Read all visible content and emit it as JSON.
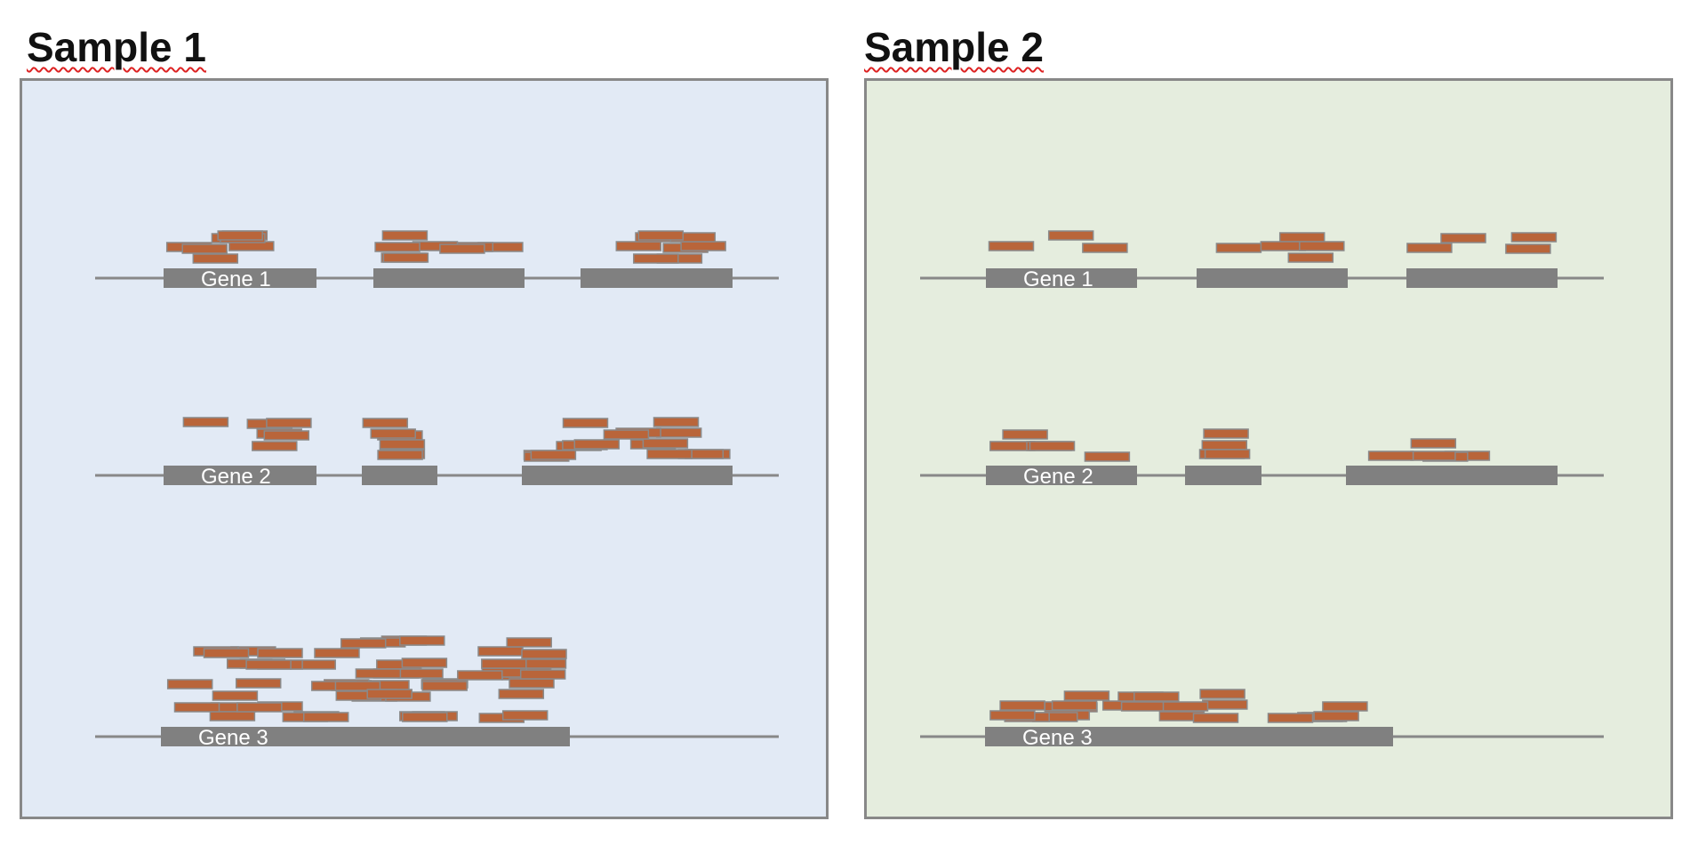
{
  "colors": {
    "panel1_bg": "#e2eaf5",
    "panel2_bg": "#e5edde",
    "panel_border": "#888888",
    "baseline": "#888888",
    "exon": "#808080",
    "read_fill": "#b9653a",
    "read_border": "#8a8a8a",
    "gene_label": "#ffffff"
  },
  "samples": [
    {
      "title": "Sample 1",
      "genes": [
        {
          "label": "Gene 1",
          "read_count": 24
        },
        {
          "label": "Gene 2",
          "read_count": 28
        },
        {
          "label": "Gene 3",
          "read_count": 62
        }
      ]
    },
    {
      "title": "Sample 2",
      "genes": [
        {
          "label": "Gene 1",
          "read_count": 12
        },
        {
          "label": "Gene 2",
          "read_count": 14
        },
        {
          "label": "Gene 3",
          "read_count": 24
        }
      ]
    }
  ]
}
